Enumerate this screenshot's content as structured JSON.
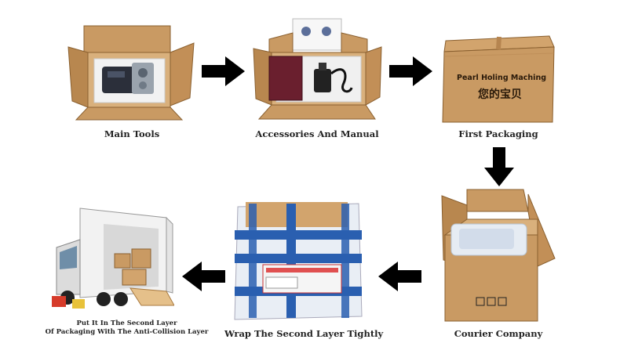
{
  "steps": [
    {
      "id": "main_tools",
      "caption": "Main Tools"
    },
    {
      "id": "accessories",
      "caption": "Accessories And Manual"
    },
    {
      "id": "first_packaging",
      "caption": "First Packaging",
      "box_print_en": "Pearl Holing Maching",
      "box_print_cn": "您的宝贝"
    },
    {
      "id": "courier",
      "caption": "Courier Company"
    },
    {
      "id": "wrap",
      "caption": "Wrap The Second Layer Tightly"
    },
    {
      "id": "truck",
      "caption_line1": "Put It In The Second Layer",
      "caption_line2": "Of Packaging With The Anti-Collision Layer"
    }
  ],
  "colors": {
    "cardboard": "#c99a63",
    "cardboard_dark": "#a9773f",
    "tape": "#2a5fb0",
    "arrow": "#000000"
  }
}
